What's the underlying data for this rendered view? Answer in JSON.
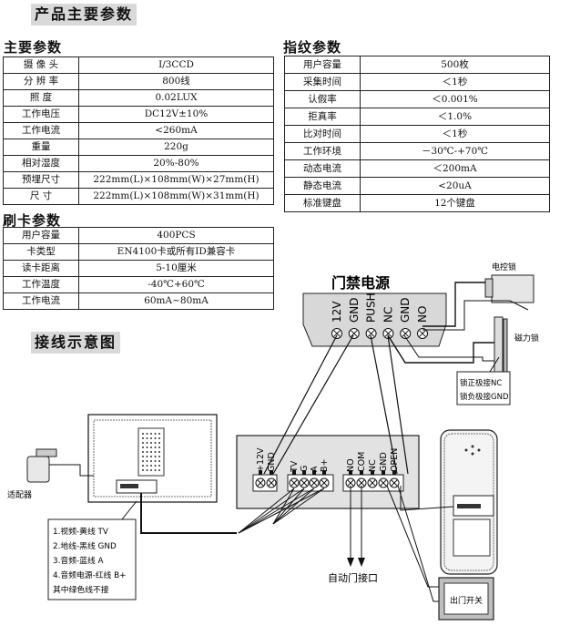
{
  "page_title": "产品主要参数",
  "main_params": {
    "title": "主要参数",
    "rows": [
      [
        "摄 像 头",
        "I/3CCD"
      ],
      [
        "分 辨 率",
        "800线"
      ],
      [
        "照    度",
        "0.02LUX"
      ],
      [
        "工作电压",
        "DC12V±10%"
      ],
      [
        "工作电流",
        "<260mA"
      ],
      [
        "重量",
        "220g"
      ],
      [
        "相对湿度",
        "20%-80%"
      ],
      [
        "预埋尺寸",
        "222mm(L)×108mm(W)×27mm(H)"
      ],
      [
        "尺    寸",
        "222mm(L)×108mm(W)×31mm(H)"
      ]
    ]
  },
  "fingerprint_params": {
    "title": "指纹参数",
    "rows": [
      [
        "用户容量",
        "500枚"
      ],
      [
        "采集时间",
        "＜1秒"
      ],
      [
        "认假率",
        "＜0.001%"
      ],
      [
        "拒真率",
        "＜1.0%"
      ],
      [
        "比对时间",
        "＜1秒"
      ],
      [
        "工作环境",
        "－30℃-+70℃"
      ],
      [
        "动态电流",
        "＜200mA"
      ],
      [
        "静态电流",
        "<20uA"
      ],
      [
        "标准键盘",
        "12个键盘"
      ]
    ]
  },
  "card_params": {
    "title": "刷卡参数",
    "rows": [
      [
        "用户容量",
        "400PCS"
      ],
      [
        "卡类型",
        "EN4100卡或所有ID兼容卡"
      ],
      [
        "读卡距离",
        "5-10厘米"
      ],
      [
        "工作温度",
        "-40℃+60℃"
      ],
      [
        "工作电流",
        "60mA~80mA"
      ]
    ]
  },
  "wiring": {
    "title": "接线示意图",
    "power_box_title": "门禁电源",
    "power_terminals": [
      "12V",
      "GND",
      "PUSH",
      "NC",
      "GND",
      "NO"
    ],
    "electric_lock": "电控锁",
    "magnetic_lock": "磁力锁",
    "lock_note_1": "锁正极接NC",
    "lock_note_2": "锁负极接GND",
    "adapter": "适配器",
    "notes": [
      "1.视频-黄线 TV",
      "2.地线-黑线 GND",
      "3.音频-蓝线 A",
      "4.音频电源-红线 B+",
      "其中绿色线不接"
    ],
    "power_in": [
      "+12V",
      "GND"
    ],
    "signal": [
      "TV",
      "G",
      "A",
      "B+"
    ],
    "relay": [
      "NO",
      "COM",
      "NC",
      "GND",
      "OPEN"
    ],
    "auto_door": "自动门接口",
    "exit_switch": "出门开关"
  }
}
